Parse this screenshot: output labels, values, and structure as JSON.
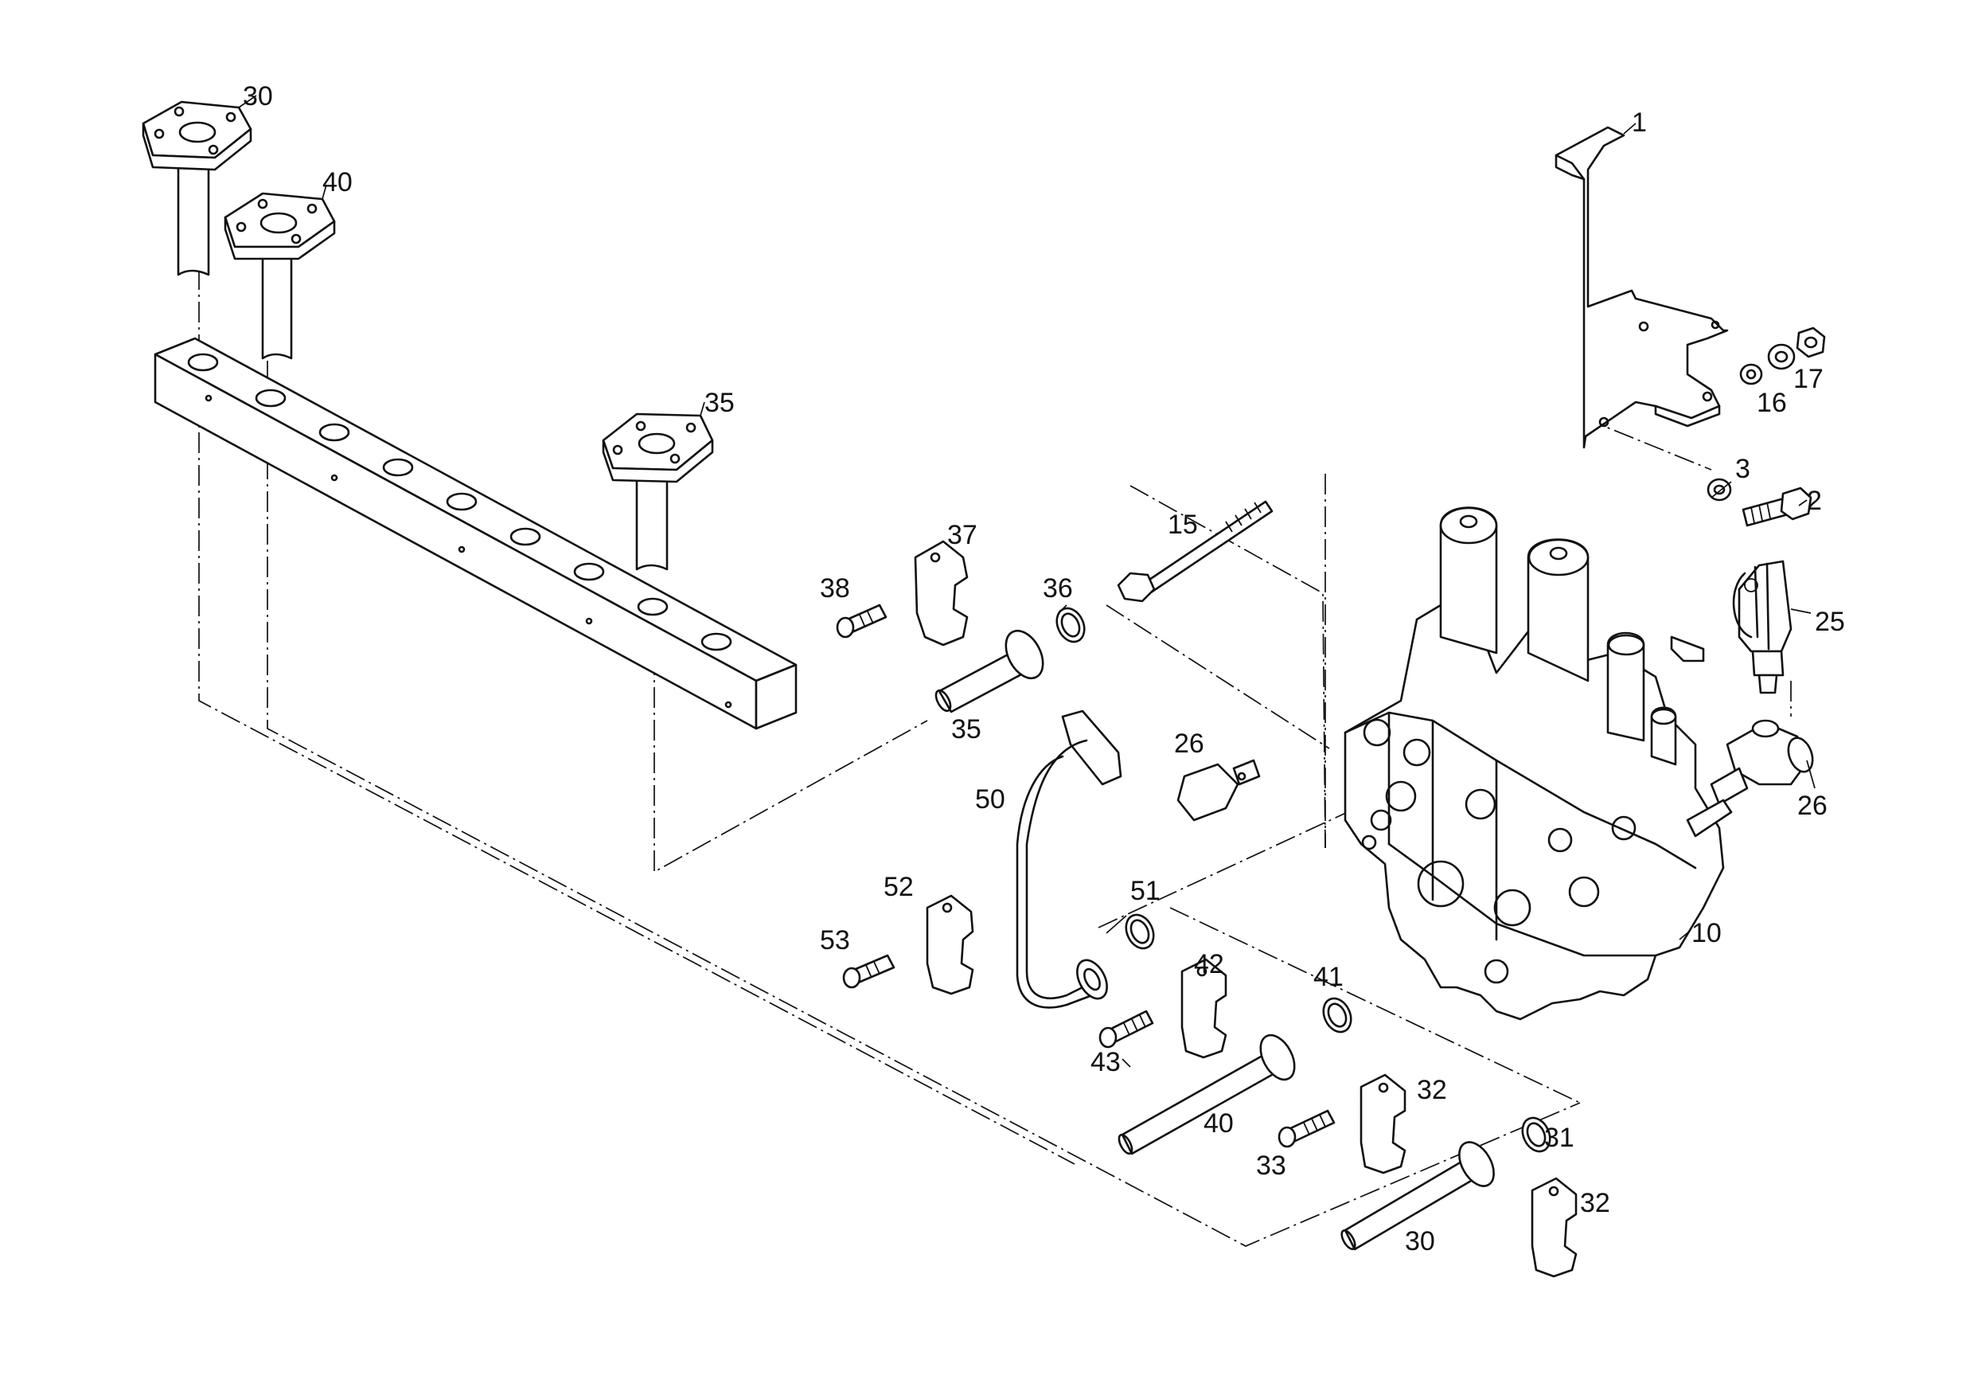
{
  "diagram": {
    "type": "exploded-parts-view",
    "callouts": {
      "p30_top": "30",
      "p40_top": "40",
      "p35_top": "35",
      "p1": "1",
      "p17": "17",
      "p16": "16",
      "p3": "3",
      "p2": "2",
      "p15": "15",
      "p37": "37",
      "p38": "38",
      "p36": "36",
      "p35_mid": "35",
      "p25": "25",
      "p26_left": "26",
      "p26_right": "26",
      "p50": "50",
      "p52": "52",
      "p51": "51",
      "p53": "53",
      "p10": "10",
      "p42": "42",
      "p41": "41",
      "p43": "43",
      "p32_upper": "32",
      "p40_bottom": "40",
      "p31": "31",
      "p33": "33",
      "p32_lower": "32",
      "p30_bottom": "30"
    }
  }
}
